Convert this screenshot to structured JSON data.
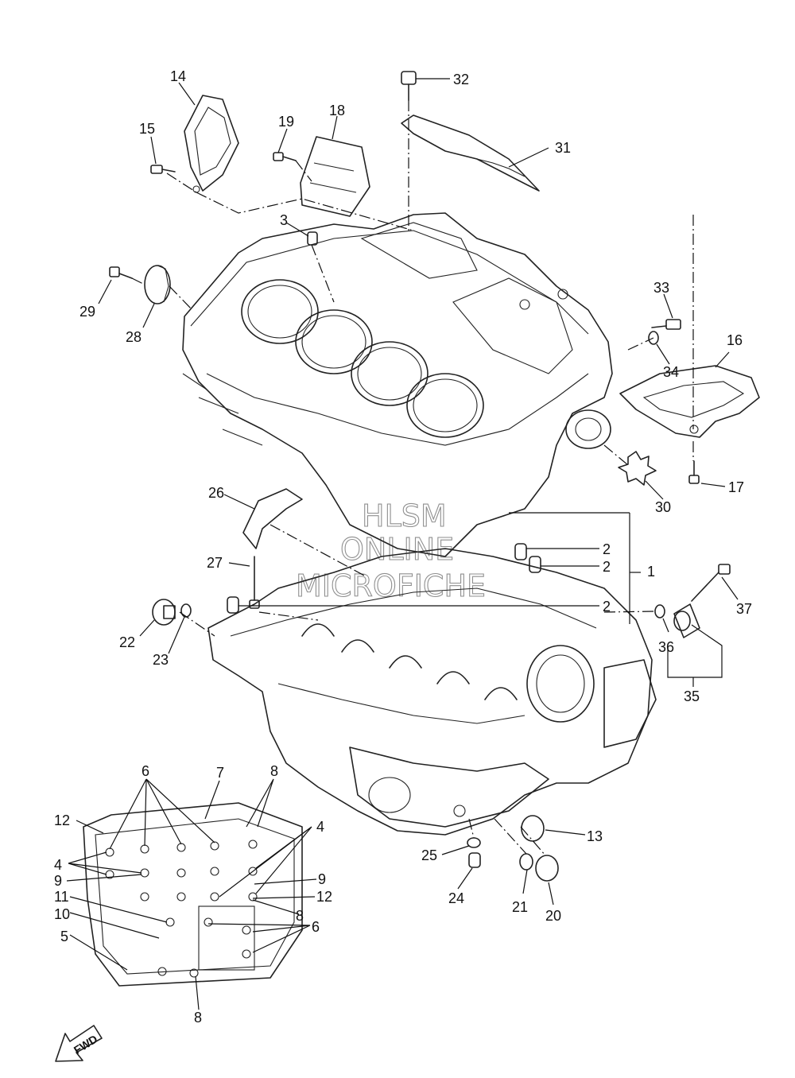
{
  "callouts": {
    "c1": "1",
    "c2a": "2",
    "c2b": "2",
    "c2c": "2",
    "c3": "3",
    "c4a": "4",
    "c4b": "4",
    "c5": "5",
    "c6a": "6",
    "c6b": "6",
    "c7": "7",
    "c8a": "8",
    "c8b": "8",
    "c8c": "8",
    "c9a": "9",
    "c9b": "9",
    "c10": "10",
    "c11": "11",
    "c12a": "12",
    "c12b": "12",
    "c13": "13",
    "c14": "14",
    "c15": "15",
    "c16": "16",
    "c17": "17",
    "c18": "18",
    "c19": "19",
    "c20": "20",
    "c21": "21",
    "c22": "22",
    "c23": "23",
    "c24": "24",
    "c25": "25",
    "c26": "26",
    "c27": "27",
    "c28": "28",
    "c29": "29",
    "c30": "30",
    "c31": "31",
    "c32": "32",
    "c33": "33",
    "c34": "34",
    "c35": "35",
    "c36": "36",
    "c37": "37"
  },
  "watermark": {
    "line1": "HLSM",
    "line2": "ONLINE",
    "line3": "MICROFICHE"
  },
  "fwd_label": "FWD"
}
